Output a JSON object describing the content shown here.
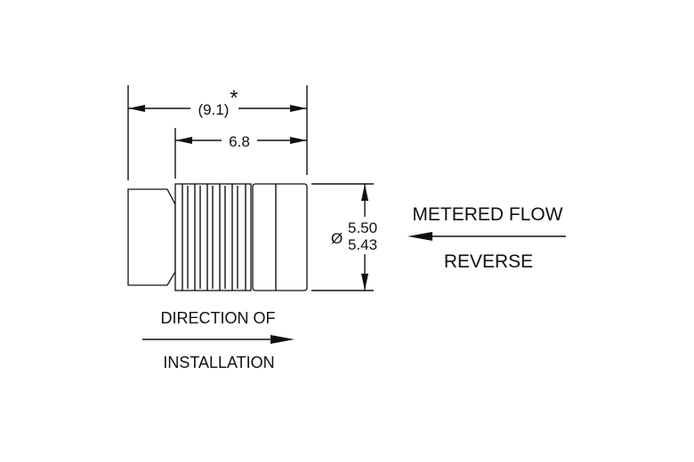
{
  "dimensions": {
    "overall_length": "(9.1)",
    "overall_note": "*",
    "body_length": "6.8",
    "diameter_symbol": "Ø",
    "diameter_max": "5.50",
    "diameter_min": "5.43"
  },
  "labels": {
    "flow_line1": "METERED FLOW",
    "flow_line2": "REVERSE",
    "install_line1": "DIRECTION OF",
    "install_line2": "INSTALLATION"
  }
}
